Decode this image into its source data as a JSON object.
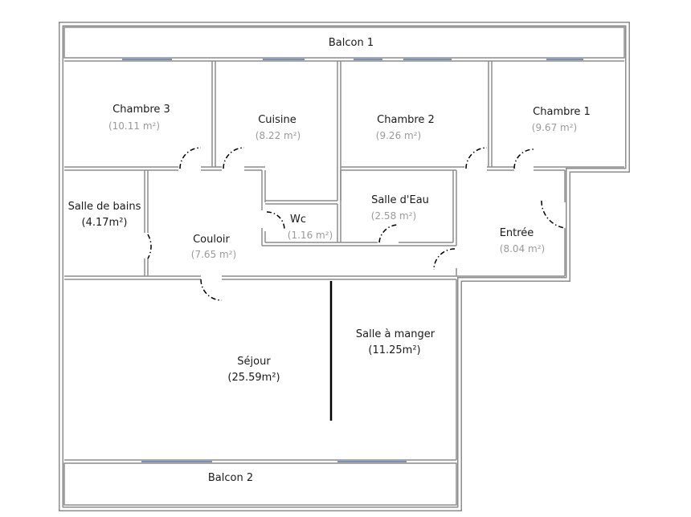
{
  "rooms": {
    "balcon1": {
      "name": "Balcon 1"
    },
    "chambre3": {
      "name": "Chambre 3",
      "area": "(10.11 m²)"
    },
    "cuisine": {
      "name": "Cuisine",
      "area": "(8.22 m²)"
    },
    "chambre2": {
      "name": "Chambre 2",
      "area": "(9.26 m²)"
    },
    "chambre1": {
      "name": "Chambre 1",
      "area": "(9.67 m²)"
    },
    "salle_de_bains": {
      "name": "Salle de bains",
      "area": "(4.17m²)"
    },
    "wc": {
      "name": "Wc",
      "area": "(1.16 m²)"
    },
    "salle_deau": {
      "name": "Salle d'Eau",
      "area": "(2.58 m²)"
    },
    "couloir": {
      "name": "Couloir",
      "area": "(7.65 m²)"
    },
    "entree": {
      "name": "Entrée",
      "area": "(8.04 m²)"
    },
    "sejour": {
      "name": "Séjour",
      "area": "(25.59m²)"
    },
    "salle_a_manger": {
      "name": "Salle à manger",
      "area": "(11.25m²)"
    },
    "balcon2": {
      "name": "Balcon 2"
    }
  }
}
